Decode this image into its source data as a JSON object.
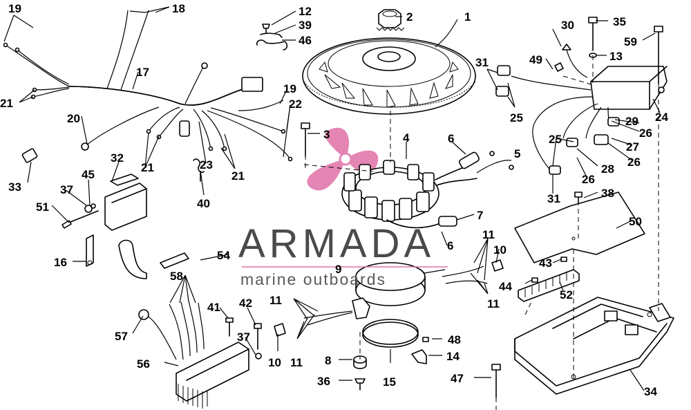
{
  "diagram": {
    "type": "exploded-parts-view",
    "watermark": {
      "main": "ARMADA",
      "sub": "marine outboards",
      "accent": "#e070a8"
    },
    "callouts": [
      {
        "id": "c1",
        "label": "1"
      },
      {
        "id": "c2",
        "label": "2"
      },
      {
        "id": "c3",
        "label": "3"
      },
      {
        "id": "c4",
        "label": "4"
      },
      {
        "id": "c5",
        "label": "5"
      },
      {
        "id": "c6a",
        "label": "6"
      },
      {
        "id": "c6b",
        "label": "6"
      },
      {
        "id": "c7",
        "label": "7"
      },
      {
        "id": "c8",
        "label": "8"
      },
      {
        "id": "c9",
        "label": "9"
      },
      {
        "id": "c10a",
        "label": "10"
      },
      {
        "id": "c10b",
        "label": "10"
      },
      {
        "id": "c11a",
        "label": "11"
      },
      {
        "id": "c11b",
        "label": "11"
      },
      {
        "id": "c11c",
        "label": "11"
      },
      {
        "id": "c11d",
        "label": "11"
      },
      {
        "id": "c12",
        "label": "12"
      },
      {
        "id": "c13",
        "label": "13"
      },
      {
        "id": "c14",
        "label": "14"
      },
      {
        "id": "c15",
        "label": "15"
      },
      {
        "id": "c16",
        "label": "16"
      },
      {
        "id": "c17",
        "label": "17"
      },
      {
        "id": "c18",
        "label": "18"
      },
      {
        "id": "c19a",
        "label": "19"
      },
      {
        "id": "c19b",
        "label": "19"
      },
      {
        "id": "c20",
        "label": "20"
      },
      {
        "id": "c21a",
        "label": "21"
      },
      {
        "id": "c21b",
        "label": "21"
      },
      {
        "id": "c21c",
        "label": "21"
      },
      {
        "id": "c22",
        "label": "22"
      },
      {
        "id": "c23",
        "label": "23"
      },
      {
        "id": "c24",
        "label": "24"
      },
      {
        "id": "c25a",
        "label": "25"
      },
      {
        "id": "c25b",
        "label": "25"
      },
      {
        "id": "c26a",
        "label": "26"
      },
      {
        "id": "c26b",
        "label": "26"
      },
      {
        "id": "c26c",
        "label": "26"
      },
      {
        "id": "c27",
        "label": "27"
      },
      {
        "id": "c28",
        "label": "28"
      },
      {
        "id": "c29",
        "label": "29"
      },
      {
        "id": "c30",
        "label": "30"
      },
      {
        "id": "c31a",
        "label": "31"
      },
      {
        "id": "c31b",
        "label": "31"
      },
      {
        "id": "c32",
        "label": "32"
      },
      {
        "id": "c33",
        "label": "33"
      },
      {
        "id": "c34",
        "label": "34"
      },
      {
        "id": "c35",
        "label": "35"
      },
      {
        "id": "c36",
        "label": "36"
      },
      {
        "id": "c37a",
        "label": "37"
      },
      {
        "id": "c37b",
        "label": "37"
      },
      {
        "id": "c38",
        "label": "38"
      },
      {
        "id": "c39",
        "label": "39"
      },
      {
        "id": "c40",
        "label": "40"
      },
      {
        "id": "c41",
        "label": "41"
      },
      {
        "id": "c42",
        "label": "42"
      },
      {
        "id": "c43",
        "label": "43"
      },
      {
        "id": "c44",
        "label": "44"
      },
      {
        "id": "c45",
        "label": "45"
      },
      {
        "id": "c46",
        "label": "46"
      },
      {
        "id": "c47",
        "label": "47"
      },
      {
        "id": "c48",
        "label": "48"
      },
      {
        "id": "c49",
        "label": "49"
      },
      {
        "id": "c50",
        "label": "50"
      },
      {
        "id": "c51",
        "label": "51"
      },
      {
        "id": "c52",
        "label": "52"
      },
      {
        "id": "c54",
        "label": "54"
      },
      {
        "id": "c56",
        "label": "56"
      },
      {
        "id": "c57",
        "label": "57"
      },
      {
        "id": "c58",
        "label": "58"
      },
      {
        "id": "c59",
        "label": "59"
      }
    ]
  }
}
